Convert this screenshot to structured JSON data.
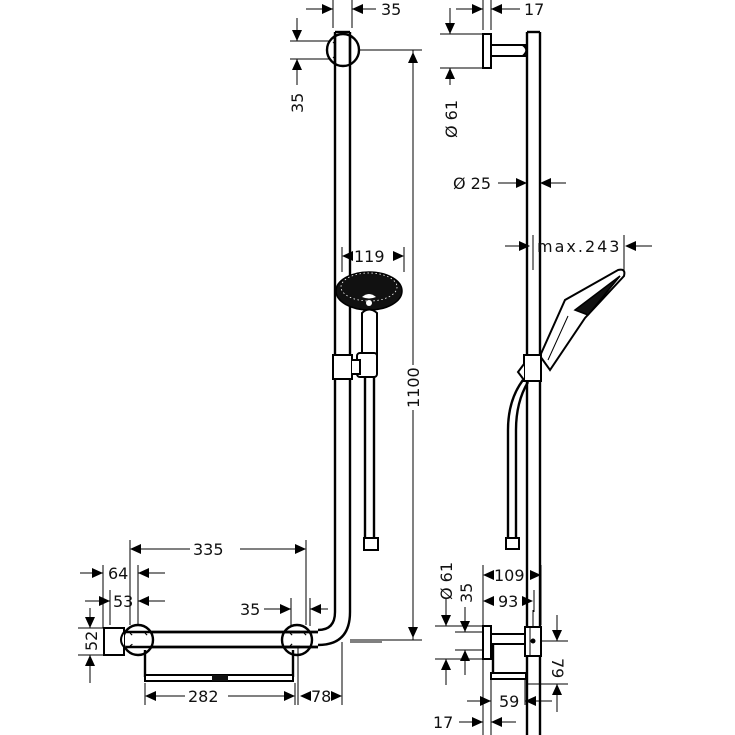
{
  "drawing": {
    "type": "technical-dimension-drawing",
    "subject": "shower rail set with grab bar and hand shower",
    "views": [
      "front-view",
      "side-view"
    ],
    "units": "mm",
    "front_view": {
      "dimensions": {
        "top_bracket_width": "35",
        "top_bracket_height": "35",
        "rail_length": "1100",
        "hand_shower_diameter": "119",
        "grab_bar_length": "335",
        "wall_mount_offset": "64",
        "wall_mount_depth": "53",
        "wall_mount_height": "52",
        "bottom_bracket_width": "35",
        "shelf_length": "282",
        "elbow_offset": "78"
      }
    },
    "side_view": {
      "dimensions": {
        "top_bracket_depth": "17",
        "top_rosette_diameter": "Ø 61",
        "rail_diameter": "Ø 25",
        "max_projection": "max.243",
        "bottom_depth_outer": "109",
        "bottom_depth_inner": "93",
        "bottom_rosette_diameter": "Ø 61",
        "bottom_bracket_height": "35",
        "bottom_holder_height": "79",
        "shelf_depth": "59",
        "bottom_rosette_depth": "17"
      }
    }
  }
}
